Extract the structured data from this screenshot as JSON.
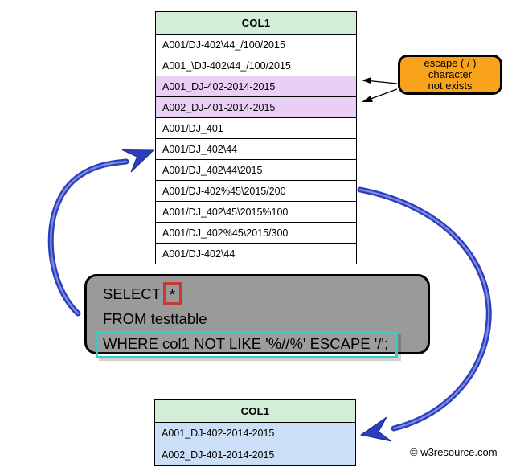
{
  "colors": {
    "header_green": "#d3eed6",
    "row_purple": "#e8cff3",
    "row_blue": "#cbdff6",
    "callout_orange": "#f9a21c",
    "sql_box_gray": "#9a9a9a",
    "star_box_red": "#c53b32",
    "where_box_teal": "#3ec9c9",
    "arrow_blue": "#2c3eba",
    "arrow_blue_light": "#7b8ae6"
  },
  "top_table": {
    "header": "COL1",
    "rows": [
      {
        "text": "A001/DJ-402\\44_/100/2015",
        "highlight": "none"
      },
      {
        "text": "A001_\\DJ-402\\44_/100/2015",
        "highlight": "none"
      },
      {
        "text": "A001_DJ-402-2014-2015",
        "highlight": "purple"
      },
      {
        "text": "A002_DJ-401-2014-2015",
        "highlight": "purple"
      },
      {
        "text": "A001/DJ_401",
        "highlight": "none"
      },
      {
        "text": "A001/DJ_402\\44",
        "highlight": "none"
      },
      {
        "text": "A001/DJ_402\\44\\2015",
        "highlight": "none"
      },
      {
        "text": "A001/DJ-402%45\\2015/200",
        "highlight": "none"
      },
      {
        "text": "A001/DJ_402\\45\\2015%100",
        "highlight": "none"
      },
      {
        "text": "A001/DJ_402%45\\2015/300",
        "highlight": "none"
      },
      {
        "text": "A001/DJ-402\\44",
        "highlight": "none"
      }
    ]
  },
  "callout": {
    "lines": [
      "escape ( / )",
      "character",
      "not exists"
    ]
  },
  "query": {
    "select_keyword": "SELECT",
    "select_star": "*",
    "from_line": "FROM testtable",
    "where_line": "WHERE col1  NOT LIKE '%//%' ESCAPE '/';"
  },
  "result_table": {
    "header": "COL1",
    "rows": [
      "A001_DJ-402-2014-2015",
      "A002_DJ-401-2014-2015"
    ]
  },
  "footer": {
    "copyright": "© w3resource.com"
  }
}
